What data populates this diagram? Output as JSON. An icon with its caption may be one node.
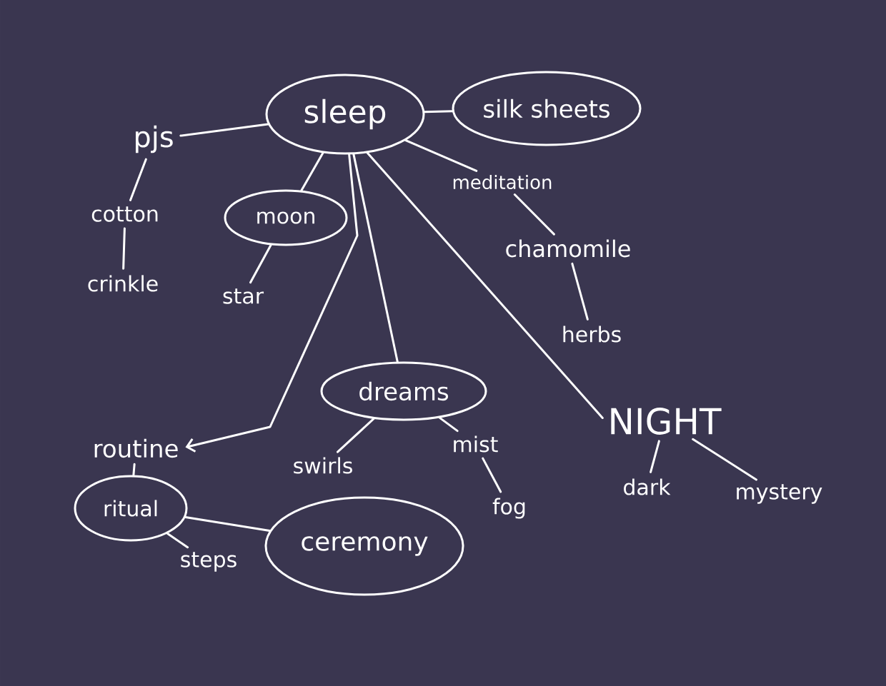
{
  "diagram": {
    "nodes": [
      {
        "text": [
          "sleep"
        ]
      },
      {
        "text": [
          "silk sheets"
        ]
      },
      {
        "text": [
          "pjs"
        ]
      },
      {
        "text": [
          "cotton"
        ]
      },
      {
        "text": [
          "moon"
        ]
      },
      {
        "text": [
          "meditation"
        ]
      },
      {
        "text": [
          "chamomile"
        ]
      },
      {
        "text": [
          "crinkle"
        ]
      },
      {
        "text": [
          "star"
        ]
      },
      {
        "text": [
          "herbs"
        ]
      },
      {
        "text": [
          "dreams"
        ]
      },
      {
        "text": [
          "NIGHT"
        ]
      },
      {
        "text": [
          "mist"
        ]
      },
      {
        "text": [
          "routine"
        ]
      },
      {
        "text": [
          "swirls"
        ]
      },
      {
        "text": [
          "fog"
        ]
      },
      {
        "text": [
          "dark"
        ]
      },
      {
        "text": [
          "mystery"
        ]
      },
      {
        "text": [
          "ritual"
        ]
      },
      {
        "text": [
          "ceremony"
        ]
      },
      {
        "text": [
          "steps"
        ]
      }
    ],
    "edges": [
      {
        "from": 0,
        "to": 2,
        "arrow": "none"
      },
      {
        "from": 0,
        "to": 1,
        "arrow": "none"
      },
      {
        "from": 0,
        "to": 4,
        "arrow": "none"
      },
      {
        "from": 0,
        "to": 5,
        "arrow": "none"
      },
      {
        "from": 0,
        "to": 10,
        "arrow": "none"
      },
      {
        "from": 0,
        "to": 13,
        "arrow": "to"
      },
      {
        "from": 0,
        "to": 11,
        "arrow": "none"
      },
      {
        "from": 2,
        "to": 3,
        "arrow": "none"
      },
      {
        "from": 3,
        "to": 7,
        "arrow": "none"
      },
      {
        "from": 4,
        "to": 8,
        "arrow": "none"
      },
      {
        "from": 5,
        "to": 6,
        "arrow": "none"
      },
      {
        "from": 6,
        "to": 9,
        "arrow": "none"
      },
      {
        "from": 10,
        "to": 14,
        "arrow": "none"
      },
      {
        "from": 10,
        "to": 12,
        "arrow": "none"
      },
      {
        "from": 12,
        "to": 15,
        "arrow": "none"
      },
      {
        "from": 11,
        "to": 16,
        "arrow": "none"
      },
      {
        "from": 11,
        "to": 17,
        "arrow": "none"
      },
      {
        "from": 13,
        "to": 18,
        "arrow": "none"
      },
      {
        "from": 18,
        "to": 20,
        "arrow": "none"
      },
      {
        "from": 18,
        "to": 19,
        "arrow": "none"
      }
    ]
  }
}
